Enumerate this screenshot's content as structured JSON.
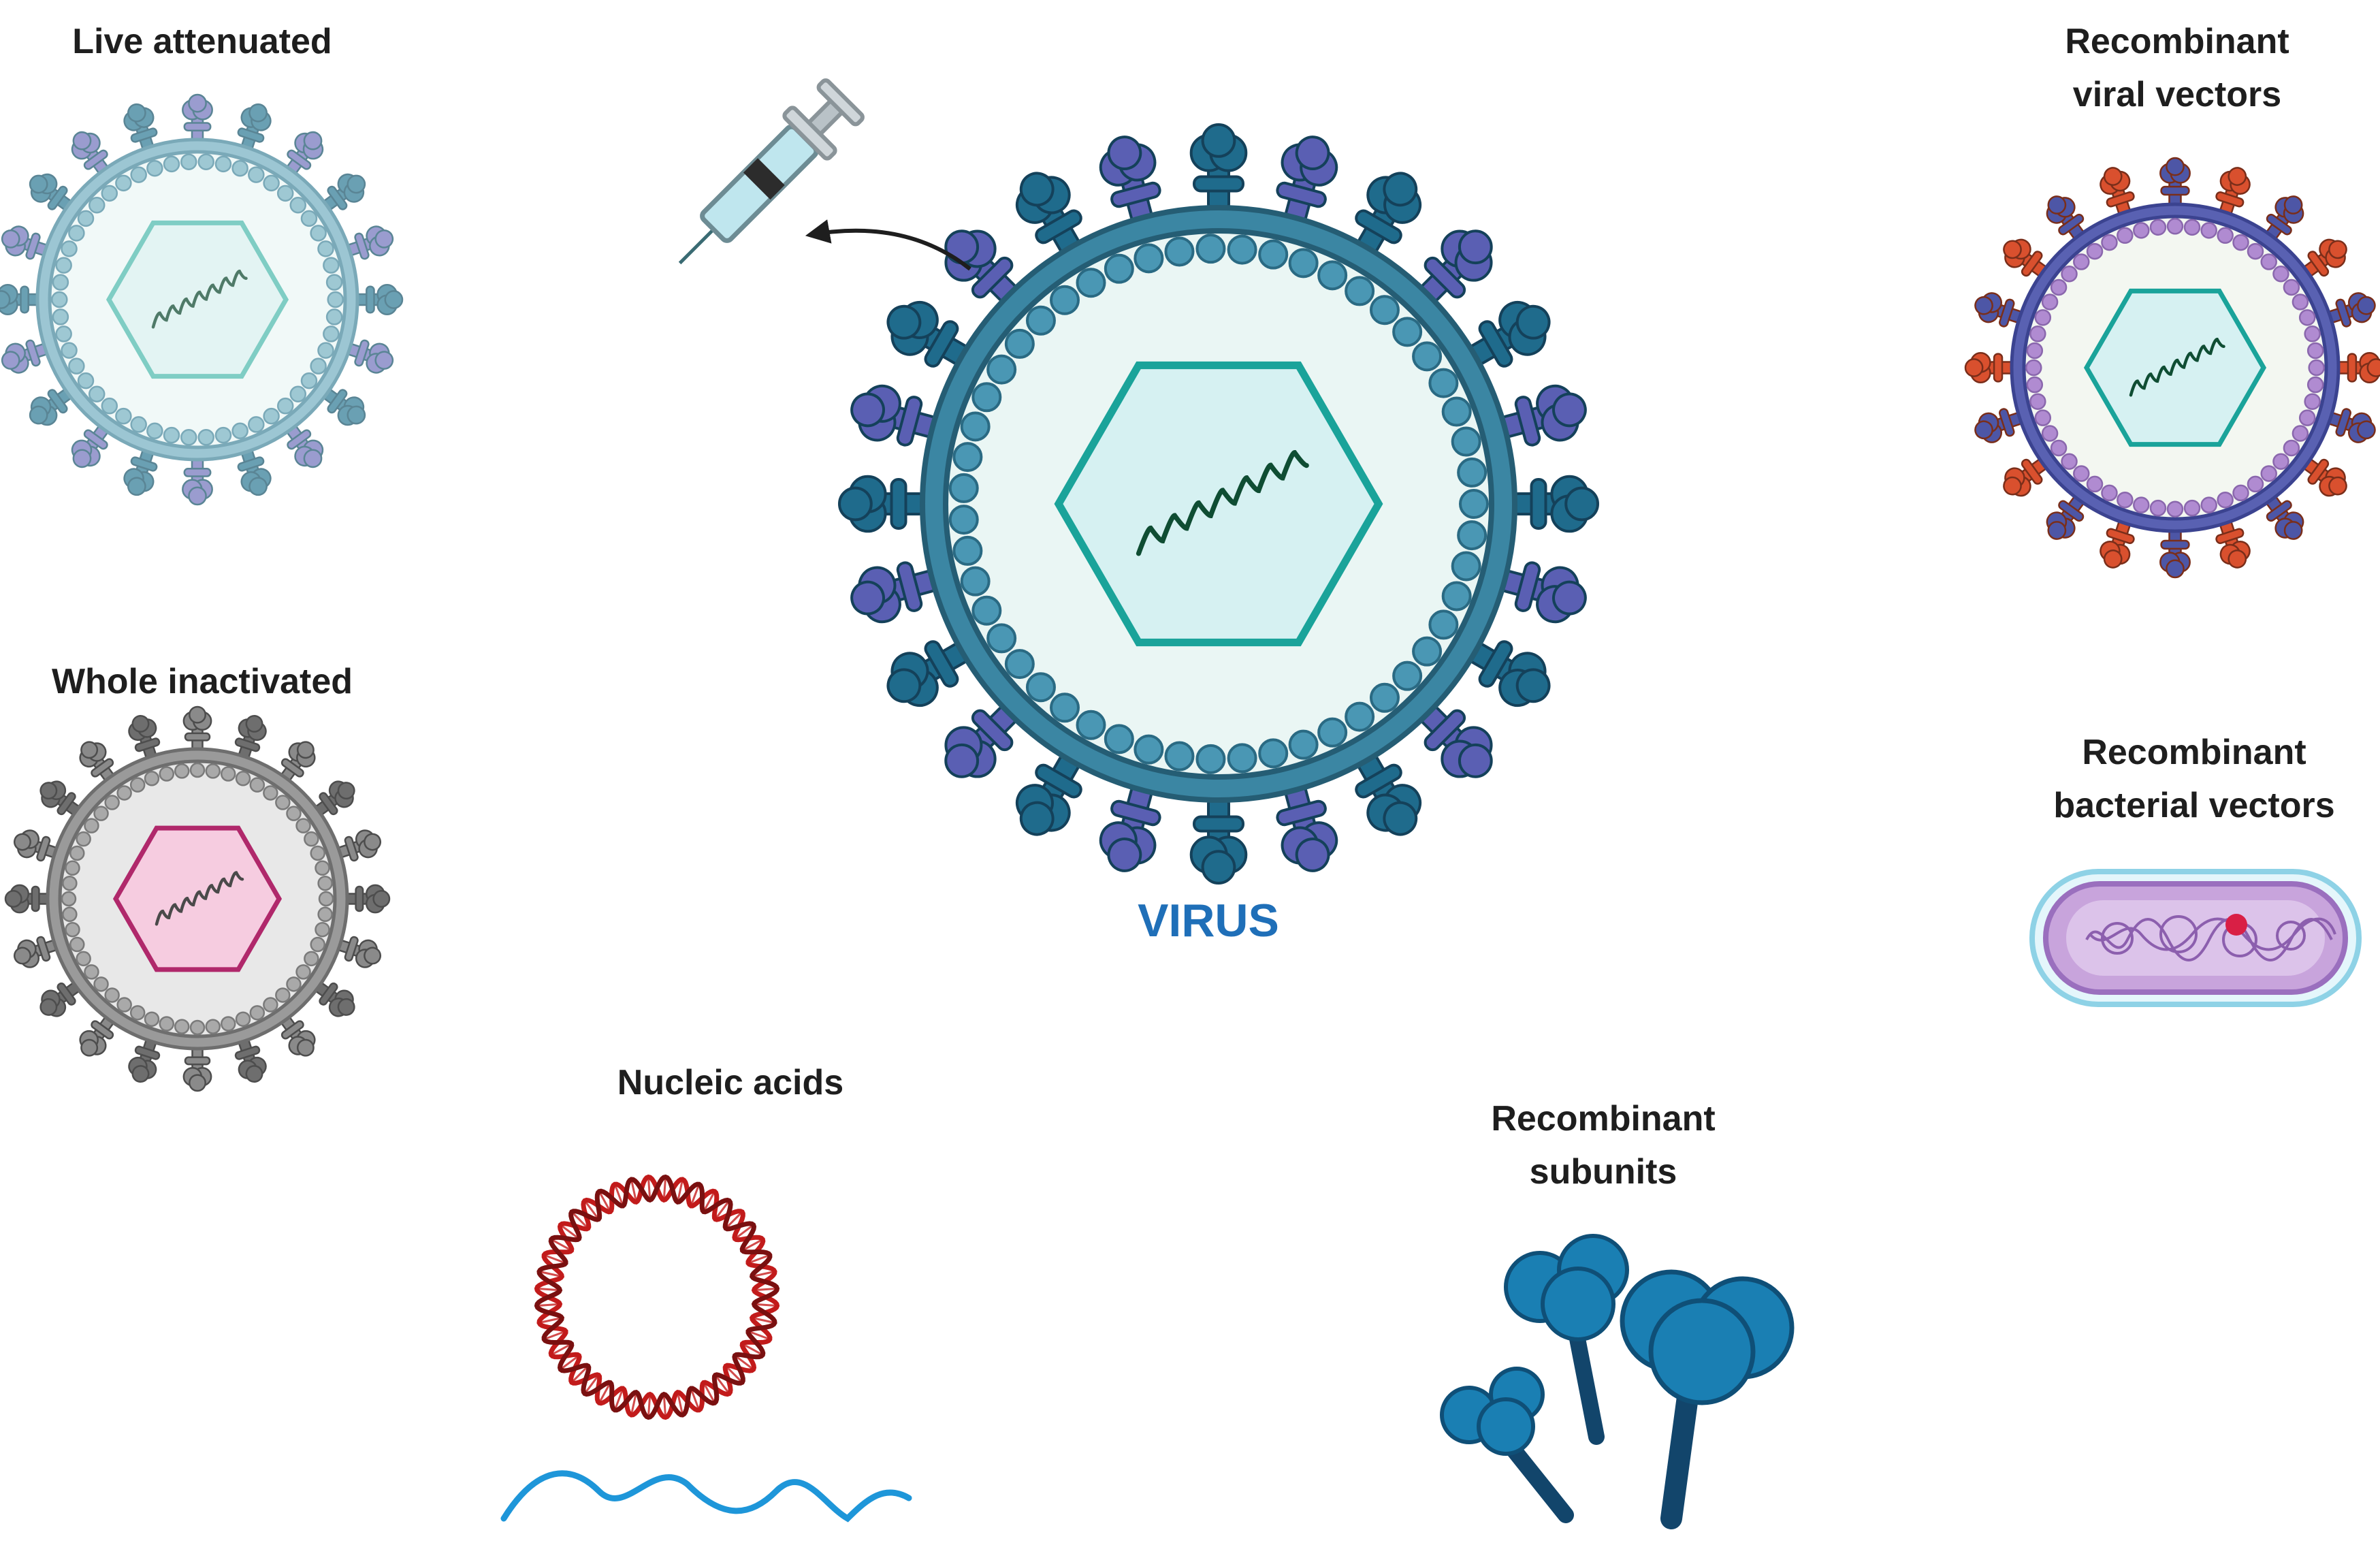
{
  "labels": {
    "live_attenuated": "Live attenuated",
    "whole_inactivated": "Whole inactivated",
    "virus": "VIRUS",
    "nucleic_acids": "Nucleic acids",
    "recombinant_subunits": [
      "Recombinant",
      "subunits"
    ],
    "recombinant_viral_vectors": [
      "Recombinant",
      "viral vectors"
    ],
    "recombinant_bacterial_vectors": [
      "Recombinant",
      "bacterial vectors"
    ]
  },
  "palette": {
    "virus_membrane": "#2e7591",
    "virus_inner": "#e6f4f2",
    "virus_capsid": "#1aa39a",
    "virus_capsid_fill": "#d7f1f2",
    "spike_a": "#1f6b8c",
    "spike_b": "#5a5fb3",
    "live_membrane": "#8fbccc",
    "live_spike_a": "#6aa0b3",
    "live_spike_b": "#9a9ccf",
    "inactivated_membrane": "#8d8d8d",
    "inactivated_capsid": "#b0286b",
    "inactivated_capsid_fill": "#f6cce0",
    "vector_membrane": "#4d56a6",
    "vector_spike_red": "#d9502e",
    "vector_inner_beads": "#b08bd1",
    "bacterium": "#b890d1",
    "bacterium_outline": "#8ed2e6",
    "dna": "#c21b1b",
    "rna": "#1e96d9",
    "subunit": "#1a6a99",
    "subunit_stalk": "#12456b",
    "syringe_liquid": "#bfe6ee",
    "arrow": "#1e1e1e"
  }
}
